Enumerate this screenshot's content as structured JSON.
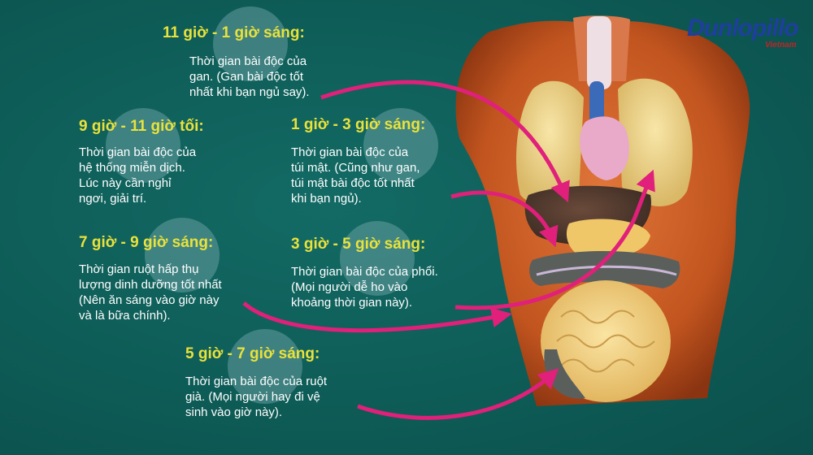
{
  "brand": {
    "name": "Dunlopillo",
    "region": "Vietnam"
  },
  "colors": {
    "background": "#0f5f5a",
    "heading": "#e9e23b",
    "body_text": "#ffffff",
    "arrow": "#e0207a",
    "brand": "#1e3f9c"
  },
  "blocks": [
    {
      "id": "b11",
      "heading": "11 giờ - 1 giờ sáng:",
      "lines": [
        "Thời gian bài độc của",
        "gan. (Gan bài độc tốt",
        "nhất khi bạn ngủ say)."
      ]
    },
    {
      "id": "b9",
      "heading": "9 giờ - 11 giờ tối:",
      "lines": [
        "Thời gian bài độc của",
        "hệ thống miễn dịch.",
        "Lúc này cần nghỉ",
        "ngơi, giải trí."
      ]
    },
    {
      "id": "b1",
      "heading": "1 giờ - 3 giờ sáng:",
      "lines": [
        "Thời gian bài độc của",
        "túi mật. (Cũng như gan,",
        "túi mật bài độc tốt nhất",
        "khi bạn ngủ)."
      ]
    },
    {
      "id": "b7",
      "heading": "7 giờ - 9 giờ sáng:",
      "lines": [
        "Thời gian ruột hấp thụ",
        "lượng dinh dưỡng tốt nhất",
        "(Nên ăn sáng vào giờ này",
        "và là bữa chính)."
      ]
    },
    {
      "id": "b3",
      "heading": "3 giờ - 5 giờ sáng:",
      "lines": [
        "Thời gian bài độc của phổi.",
        "(Mọi người dễ ho vào",
        "khoảng thời gian này)."
      ]
    },
    {
      "id": "b5",
      "heading": "5 giờ - 7 giờ sáng:",
      "lines": [
        "Thời gian bài độc của ruột",
        "già. (Mọi người hay đi vệ",
        "sinh vào giờ này)."
      ]
    }
  ]
}
